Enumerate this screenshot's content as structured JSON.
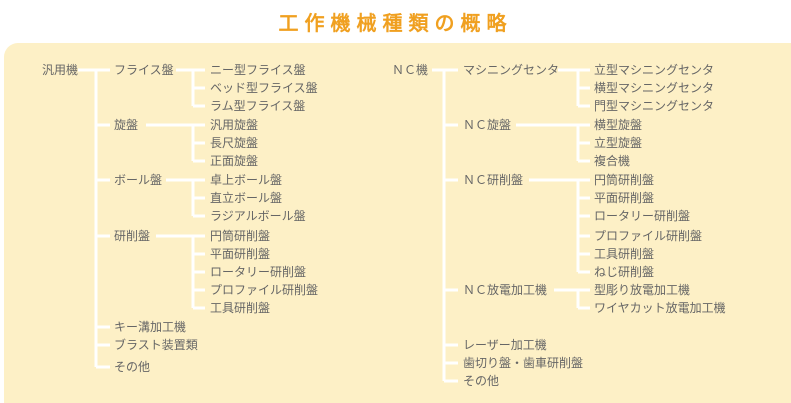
{
  "title": "工作機械種類の概略",
  "colors": {
    "title": "#f0a020",
    "panel": "#fdf0c6",
    "line": "#ffffff",
    "text": "#666666"
  },
  "tree": {
    "general": {
      "root": "汎用機",
      "milling": {
        "label": "フライス盤",
        "children": [
          "ニー型フライス盤",
          "ベッド型フライス盤",
          "ラム型フライス盤"
        ]
      },
      "lathe": {
        "label": "旋盤",
        "children": [
          "汎用旋盤",
          "長尺旋盤",
          "正面旋盤"
        ]
      },
      "drill": {
        "label": "ボール盤",
        "children": [
          "卓上ボール盤",
          "直立ボール盤",
          "ラジアルボール盤"
        ]
      },
      "grinder": {
        "label": "研削盤",
        "children": [
          "円筒研削盤",
          "平面研削盤",
          "ロータリー研削盤",
          "プロファイル研削盤",
          "工具研削盤"
        ]
      },
      "others": [
        "キー溝加工機",
        "ブラスト装置類",
        "その他"
      ]
    },
    "nc": {
      "root": "ＮＣ機",
      "mc": {
        "label": "マシニングセンタ",
        "children": [
          "立型マシニングセンタ",
          "横型マシニングセンタ",
          "門型マシニングセンタ"
        ]
      },
      "lathe": {
        "label": "ＮＣ旋盤",
        "children": [
          "横型旋盤",
          "立型旋盤",
          "複合機"
        ]
      },
      "grinder": {
        "label": "ＮＣ研削盤",
        "children": [
          "円筒研削盤",
          "平面研削盤",
          "ロータリー研削盤",
          "プロファイル研削盤",
          "工具研削盤",
          "ねじ研削盤"
        ]
      },
      "edm": {
        "label": "ＮＣ放電加工機",
        "children": [
          "型彫り放電加工機",
          "ワイヤカット放電加工機"
        ]
      },
      "others": [
        "レーザー加工機",
        "歯切り盤・歯車研削盤",
        "その他"
      ]
    }
  }
}
